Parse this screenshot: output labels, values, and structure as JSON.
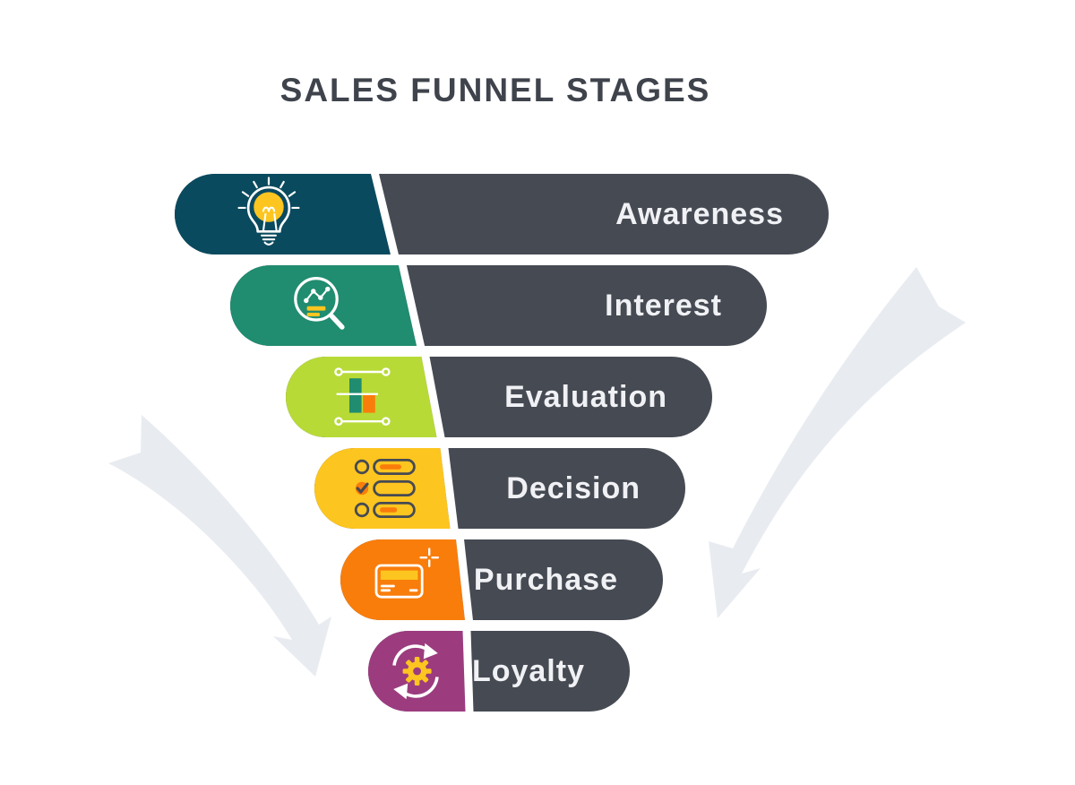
{
  "title": "SALES FUNNEL STAGES",
  "colors": {
    "background": "#FFFFFF",
    "title_text": "#3F434C",
    "stage_pill": "#464A53",
    "label_text": "#F0F1F4",
    "arrow": "#E8EBF0",
    "icon_yellow": "#FDC51F",
    "icon_orange": "#F97D0B",
    "icon_teal": "#208C70",
    "icon_outline_dark": "#464A53"
  },
  "stages": [
    {
      "label": "Awareness",
      "icon": "lightbulb-icon",
      "color": "#0A4A5E"
    },
    {
      "label": "Interest",
      "icon": "magnifier-chart-icon",
      "color": "#208C70"
    },
    {
      "label": "Evaluation",
      "icon": "bar-chart-icon",
      "color": "#B7DA36"
    },
    {
      "label": "Decision",
      "icon": "checklist-icon",
      "color": "#FDC51F"
    },
    {
      "label": "Purchase",
      "icon": "credit-card-icon",
      "color": "#F97D0B"
    },
    {
      "label": "Loyalty",
      "icon": "gear-refresh-icon",
      "color": "#9C3C7F"
    }
  ]
}
